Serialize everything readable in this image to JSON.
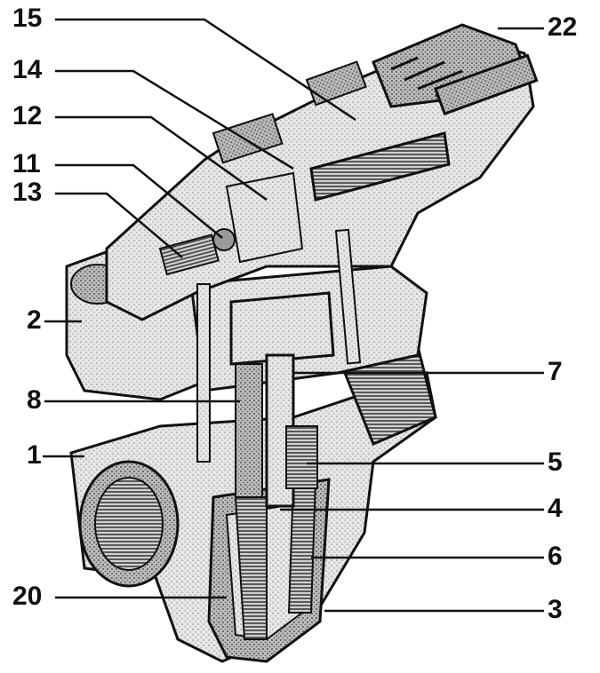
{
  "colors": {
    "ink": "#111111",
    "body": "#dcdcdc",
    "shade": "#9a9a9a",
    "dark": "#4a4a4a",
    "background": "#ffffff"
  },
  "labels": {
    "l15": "15",
    "l14": "14",
    "l12": "12",
    "l11": "11",
    "l13": "13",
    "l2": "2",
    "l8": "8",
    "l1": "1",
    "l20": "20",
    "l22": "22",
    "l7": "7",
    "l5": "5",
    "l4": "4",
    "l6": "6",
    "l3": "3"
  }
}
